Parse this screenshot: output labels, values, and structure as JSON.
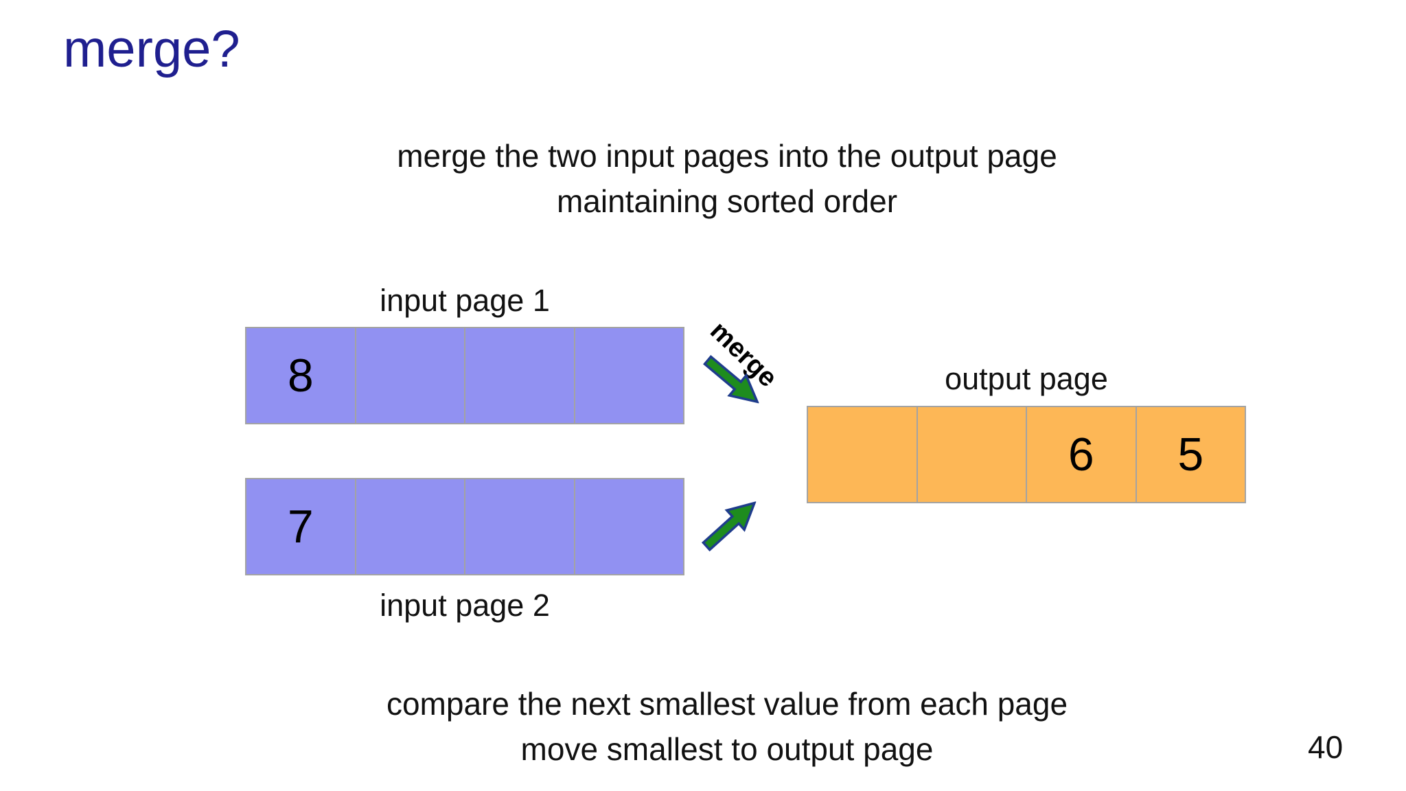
{
  "slide": {
    "title": "merge?",
    "instruction_line1": "merge the two input pages into the output page",
    "instruction_line2": "maintaining sorted order",
    "footer_line1": "compare the next smallest value from each page",
    "footer_line2": "move smallest to output page",
    "page_number": "40"
  },
  "diagram": {
    "merge_label": "merge",
    "input_page_1": {
      "label": "input page 1",
      "cells": [
        "8",
        "",
        "",
        ""
      ]
    },
    "input_page_2": {
      "label": "input page 2",
      "cells": [
        "7",
        "",
        "",
        ""
      ]
    },
    "output_page": {
      "label": "output page",
      "cells": [
        "",
        "",
        "6",
        "5"
      ]
    },
    "colors": {
      "title": "#1f1f8f",
      "input_cell": "#9191f2",
      "output_cell": "#fdb756",
      "cell_border": "#a3a3a3",
      "arrow_fill": "#1e8c1e",
      "arrow_stroke": "#1f3c8c"
    }
  }
}
